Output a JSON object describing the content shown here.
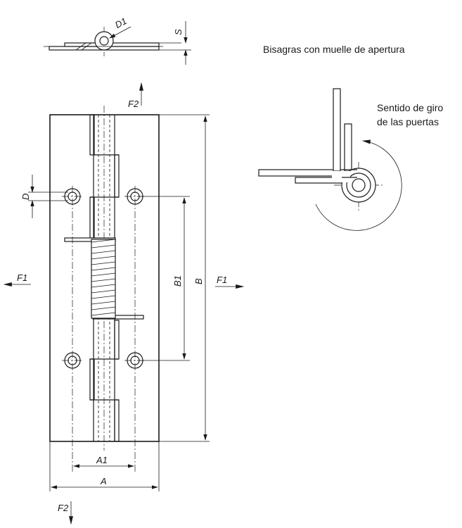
{
  "captions": {
    "title": "Bisagras con muelle de apertura",
    "rotation_line1": "Sentido de giro",
    "rotation_line2": "de las puertas"
  },
  "labels": {
    "D1": "D1",
    "S": "S",
    "F2_top": "F2",
    "F2_bottom": "F2",
    "F1_left": "F1",
    "F1_right": "F1",
    "D": "D",
    "B1": "B1",
    "B": "B",
    "A1": "A1",
    "A": "A"
  }
}
